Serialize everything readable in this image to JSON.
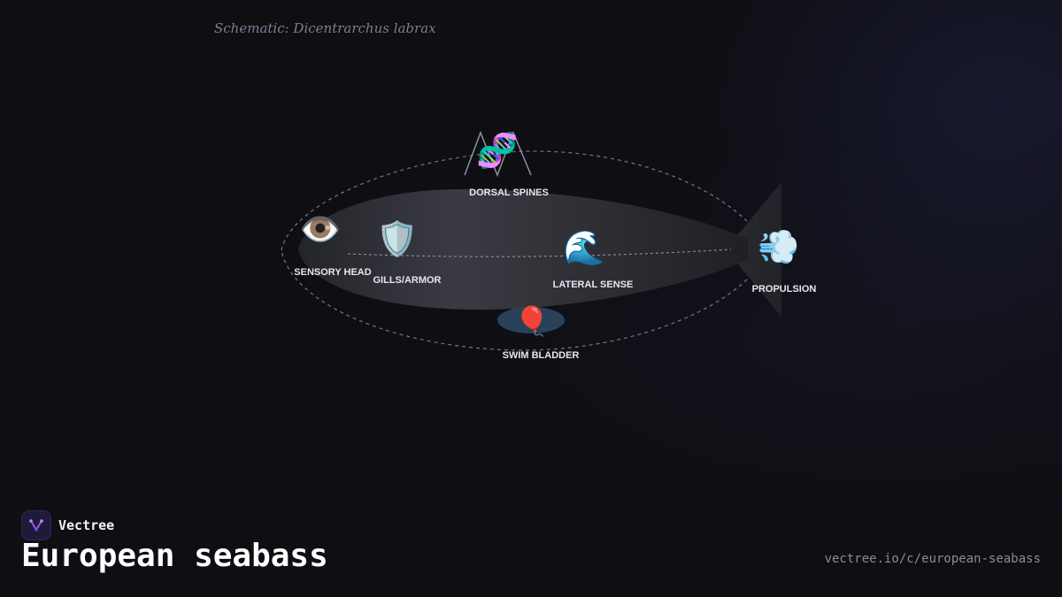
{
  "caption": "Schematic: Dicentrarchus labrax",
  "parts": {
    "dorsal_spines": {
      "label": "DORSAL SPINES",
      "icon": "dna-icon",
      "glyph": "🧬"
    },
    "sensory_head": {
      "label": "SENSORY HEAD",
      "icon": "eye-icon",
      "glyph": "👁️"
    },
    "gills_armor": {
      "label": "GILLS/ARMOR",
      "icon": "shield-icon",
      "glyph": "🛡️"
    },
    "lateral_sense": {
      "label": "LATERAL SENSE",
      "icon": "wave-icon",
      "glyph": "🌊"
    },
    "propulsion": {
      "label": "PROPULSION",
      "icon": "dash-icon",
      "glyph": "💨"
    },
    "swim_bladder": {
      "label": "SWIM BLADDER",
      "icon": "balloon-icon",
      "glyph": "🎈"
    }
  },
  "brand": {
    "name": "Vectree",
    "icon": "vectree-logo-icon",
    "accent": "#9b5cff"
  },
  "title": "European seabass",
  "url": "vectree.io/c/european-seabass"
}
